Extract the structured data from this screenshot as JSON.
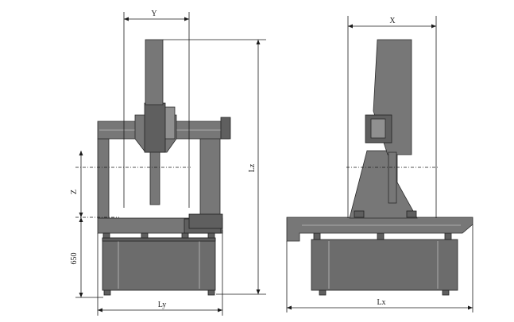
{
  "labels": {
    "y": "Y",
    "z": "Z",
    "lz": "Lz",
    "h650": "650",
    "ly": "Ly",
    "x": "X",
    "lx": "Lx"
  }
}
